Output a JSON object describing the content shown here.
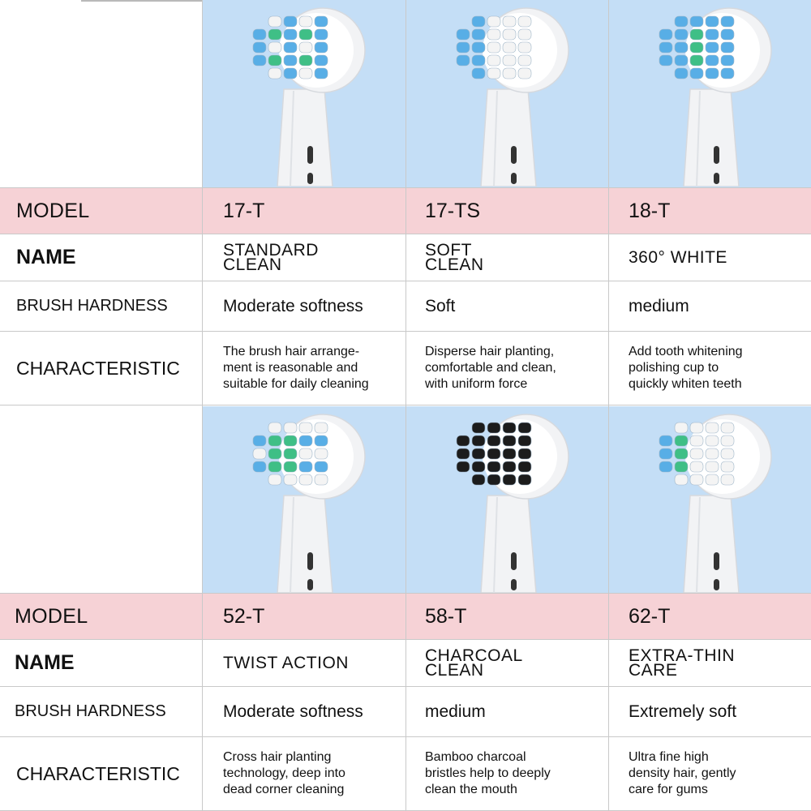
{
  "labels": {
    "model": "MODEL",
    "name": "NAME",
    "hardness": "BRUSH HARDNESS",
    "characteristic": "CHARACTERISTIC"
  },
  "colors": {
    "image_bg": "#c4def6",
    "label_row_bg": "#f6d2d6",
    "handle": "#f2f3f5",
    "bristle_blue": "#58aee6",
    "bristle_green": "#3fbf86",
    "bristle_white": "#f4f4f4",
    "bristle_black": "#1c1c1c"
  },
  "products": [
    {
      "model": "17-T",
      "name": [
        "STANDARD",
        "CLEAN"
      ],
      "hardness": "Moderate softness",
      "characteristic": [
        "The brush hair arrange-",
        "ment is reasonable and",
        "suitable for daily cleaning"
      ],
      "image_icon": "toothbrush-head-standard-icon"
    },
    {
      "model": "17-TS",
      "name": [
        "SOFT",
        "CLEAN"
      ],
      "hardness": "Soft",
      "characteristic": [
        "Disperse hair planting,",
        "comfortable and clean,",
        "with uniform force"
      ],
      "image_icon": "toothbrush-head-soft-icon"
    },
    {
      "model": "18-T",
      "name": [
        "360° WHITE"
      ],
      "hardness": "medium",
      "characteristic": [
        "Add tooth whitening",
        "polishing cup to",
        "quickly whiten teeth"
      ],
      "image_icon": "toothbrush-head-white-icon"
    },
    {
      "model": "52-T",
      "name": [
        "TWIST ACTION"
      ],
      "hardness": "Moderate softness",
      "characteristic": [
        "Cross hair planting",
        "technology, deep into",
        "dead corner cleaning"
      ],
      "image_icon": "toothbrush-head-twist-icon"
    },
    {
      "model": "58-T",
      "name": [
        "CHARCOAL",
        "CLEAN"
      ],
      "hardness": "medium",
      "characteristic": [
        "Bamboo charcoal",
        "bristles help to deeply",
        "clean the mouth"
      ],
      "image_icon": "toothbrush-head-charcoal-icon"
    },
    {
      "model": "62-T",
      "name": [
        "EXTRA-THIN",
        "CARE"
      ],
      "hardness": "Extremely soft",
      "characteristic": [
        "Ultra fine high",
        "density hair, gently",
        "care for gums"
      ],
      "image_icon": "toothbrush-head-extrathin-icon"
    }
  ]
}
